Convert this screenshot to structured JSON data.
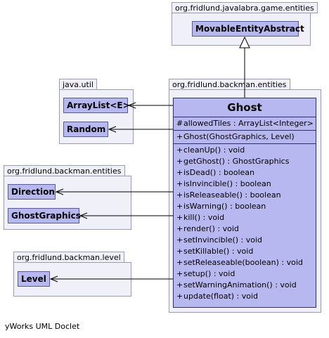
{
  "packages": {
    "javalabra": "org.fridlund.javalabra.game.entities",
    "java_util": "java.util",
    "entities_right": "org.fridlund.backman.entities",
    "entities_left": "org.fridlund.backman.entities",
    "level": "org.fridlund.backman.level"
  },
  "classes": {
    "movable": "MovableEntityAbstract",
    "arraylist": "ArrayList<E>",
    "random": "Random",
    "direction": "Direction",
    "ghostgraphics": "GhostGraphics",
    "level": "Level"
  },
  "ghost": {
    "name": "Ghost",
    "fields": [
      {
        "vis": "#",
        "text": "allowedTiles : ArrayList<Integer>"
      }
    ],
    "constructors": [
      {
        "vis": "+",
        "text": "Ghost(GhostGraphics, Level)"
      }
    ],
    "methods": [
      {
        "vis": "+",
        "text": "cleanUp() : void"
      },
      {
        "vis": "+",
        "text": "getGhost() : GhostGraphics"
      },
      {
        "vis": "+",
        "text": "isDead() : boolean"
      },
      {
        "vis": "+",
        "text": "isInvincible() : boolean"
      },
      {
        "vis": "+",
        "text": "isReleaseable() : boolean"
      },
      {
        "vis": "+",
        "text": "isWarning() : boolean"
      },
      {
        "vis": "+",
        "text": "kill() : void"
      },
      {
        "vis": "+",
        "text": "render() : void"
      },
      {
        "vis": "+",
        "text": "setInvincible() : void"
      },
      {
        "vis": "+",
        "text": "setKillable() : void"
      },
      {
        "vis": "+",
        "text": "setReleaseable(boolean) : void"
      },
      {
        "vis": "+",
        "text": "setup() : void"
      },
      {
        "vis": "+",
        "text": "setWarningAnimation() : void"
      },
      {
        "vis": "+",
        "text": "update(float) : void"
      }
    ]
  },
  "footer": "yWorks UML Doclet"
}
